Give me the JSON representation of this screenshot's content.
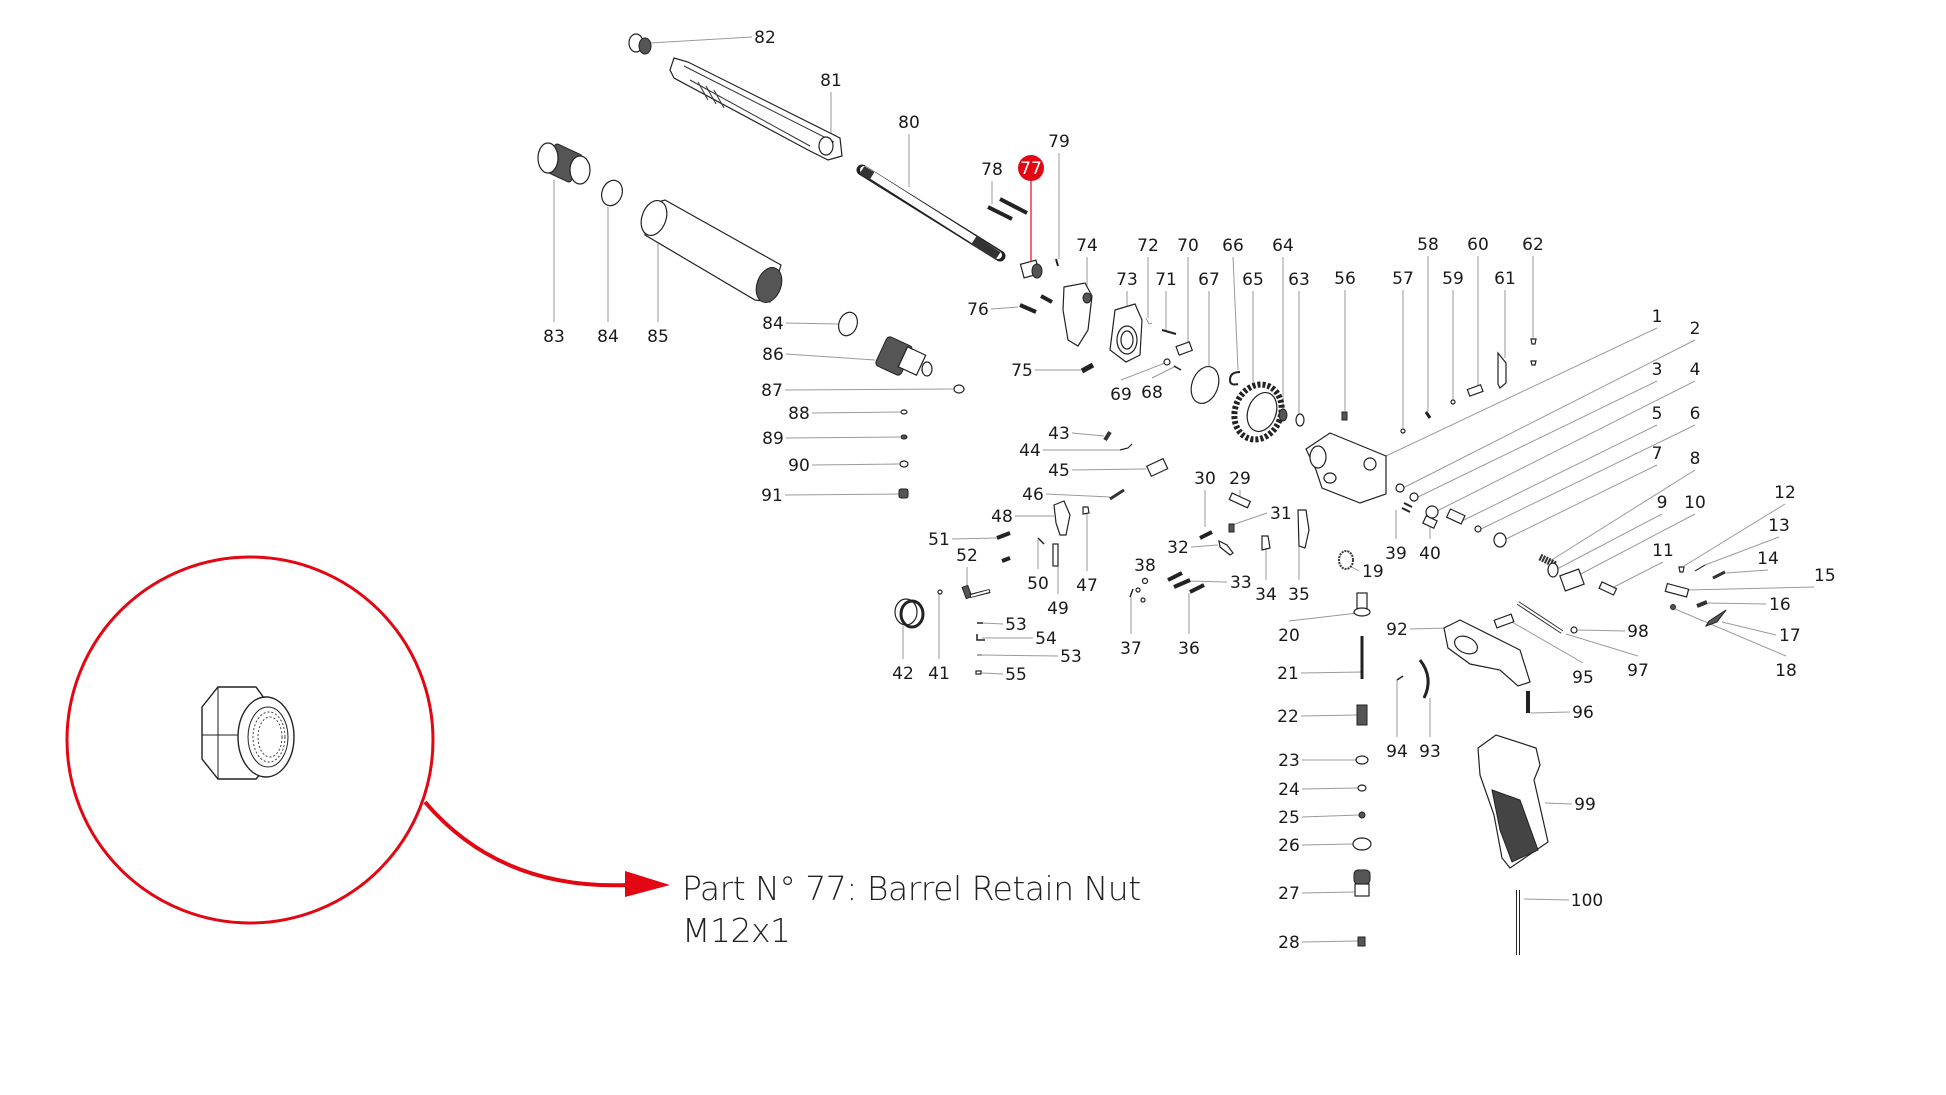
{
  "diagram": {
    "title": "Exploded parts diagram",
    "highlight_color": "#e30613",
    "label_color": "#1a1a1a",
    "leader_color": "#9a9a9a",
    "highlighted_part": "77",
    "labels": [
      "1",
      "2",
      "3",
      "4",
      "5",
      "6",
      "7",
      "8",
      "9",
      "10",
      "11",
      "12",
      "13",
      "14",
      "15",
      "16",
      "17",
      "18",
      "19",
      "20",
      "21",
      "22",
      "23",
      "24",
      "25",
      "26",
      "27",
      "28",
      "29",
      "30",
      "31",
      "32",
      "33",
      "34",
      "35",
      "36",
      "37",
      "38",
      "39",
      "40",
      "41",
      "42",
      "43",
      "44",
      "45",
      "46",
      "47",
      "48",
      "49",
      "50",
      "51",
      "52",
      "53",
      "54",
      "53",
      "55",
      "56",
      "57",
      "58",
      "59",
      "60",
      "61",
      "62",
      "63",
      "64",
      "65",
      "66",
      "67",
      "68",
      "69",
      "70",
      "71",
      "72",
      "73",
      "74",
      "75",
      "76",
      "78",
      "79",
      "80",
      "81",
      "82",
      "83",
      "84",
      "85",
      "84",
      "86",
      "87",
      "88",
      "89",
      "90",
      "91",
      "92",
      "93",
      "94",
      "95",
      "96",
      "97",
      "98",
      "99",
      "100"
    ]
  },
  "callout": {
    "part_number": "77",
    "icon": "hex-nut-icon",
    "line1": "Part N° 77: Barrel Retain Nut",
    "line2": "M12x1"
  }
}
